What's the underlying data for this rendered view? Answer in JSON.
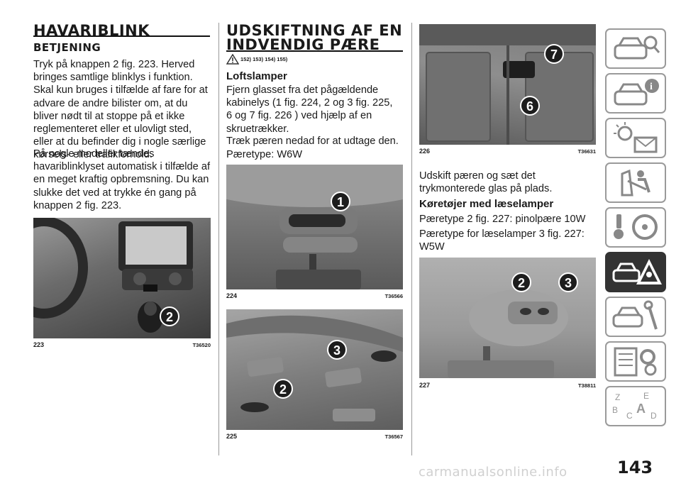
{
  "col1": {
    "title": "HAVARIBLINK",
    "subtitle": "BETJENING",
    "para1": "Tryk på knappen 2 fig. 223. Herved bringes samtlige blinklys i funktion. Skal kun bruges i tilfælde af fare for at advare de andre bilister om, at du bliver nødt til at stoppe på et ikke reglementeret eller et ulovligt sted, eller at du befinder dig i nogle særlige kørsels- eller trafikforhold.",
    "para2": "På nogle modeller tændes havariblinklyset automatisk i tilfælde af en meget kraftig opbremsning. Du kan slukke det ved at trykke én gang på knappen 2 fig. 223.",
    "fig223": {
      "num": "223",
      "code": "T36520",
      "callouts": [
        "2"
      ]
    }
  },
  "col2": {
    "title_line1": "UDSKIFTNING AF EN",
    "title_line2": "INDVENDIG PÆRE",
    "warning_refs": "152) 153) 154) 155)",
    "section": "Loftslamper",
    "para1": "Fjern glasset fra det pågældende kabinelys (1 fig. 224, 2 og 3 fig. 225, 6 og 7 fig. 226 ) ved hjælp af en skruetrækker.",
    "para2": "Træk pæren nedad for at udtage den.",
    "para3": "Pæretype: W6W",
    "fig224": {
      "num": "224",
      "code": "T36566",
      "callouts": [
        "1"
      ]
    },
    "fig225": {
      "num": "225",
      "code": "T36567",
      "callouts": [
        "2",
        "3"
      ]
    }
  },
  "col3": {
    "fig226": {
      "num": "226",
      "code": "T36631",
      "callouts": [
        "7",
        "6"
      ]
    },
    "para1": "Udskift pæren og sæt det trykmonterede glas på plads.",
    "section": "Køretøjer med læselamper",
    "para2": "Pæretype 2 fig. 227: pinolpære 10W",
    "para3": "Pæretype for læselamper 3 fig. 227: W5W",
    "fig227": {
      "num": "227",
      "code": "T38811",
      "callouts": [
        "2",
        "3"
      ]
    }
  },
  "side_tabs": [
    {
      "icon": "car-search-icon",
      "active": false
    },
    {
      "icon": "car-info-icon",
      "active": false
    },
    {
      "icon": "warning-lights-mail-icon",
      "active": false
    },
    {
      "icon": "airbag-seat-icon",
      "active": false
    },
    {
      "icon": "key-steering-icon",
      "active": false
    },
    {
      "icon": "car-breakdown-warning-icon",
      "active": true
    },
    {
      "icon": "car-wrench-icon",
      "active": false
    },
    {
      "icon": "data-gears-icon",
      "active": false
    },
    {
      "icon": "alphabet-index-icon",
      "active": false
    }
  ],
  "page_number": "143",
  "watermark": "carmanualsonline.info"
}
